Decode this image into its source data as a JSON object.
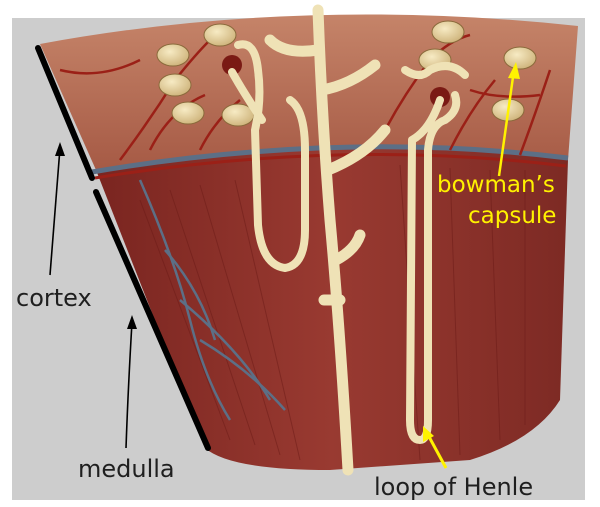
{
  "labels": {
    "cortex": "cortex",
    "medulla": "medulla",
    "bowmans_capsule_line1": "bowman’s",
    "bowmans_capsule_line2": "capsule",
    "loop_of_henle": "loop of Henle"
  },
  "colors": {
    "background_panel": "#cdcdcd",
    "cortex_tissue": "#b86b52",
    "medulla_tissue": "#8e2e27",
    "tubule": "#efe2b6",
    "glomerulus": "#e7d39a",
    "vessel_red": "#9b2017",
    "vessel_blue": "#5c6f86",
    "arrow_yellow": "#fff200",
    "boundary_line": "#000000"
  },
  "icons": {
    "cortex_arrow": "thin-black-arrow-up",
    "medulla_arrow": "thin-black-arrow-up",
    "bowmans_arrow": "yellow-arrow-up-right",
    "henle_arrow": "yellow-arrow-up-left"
  }
}
